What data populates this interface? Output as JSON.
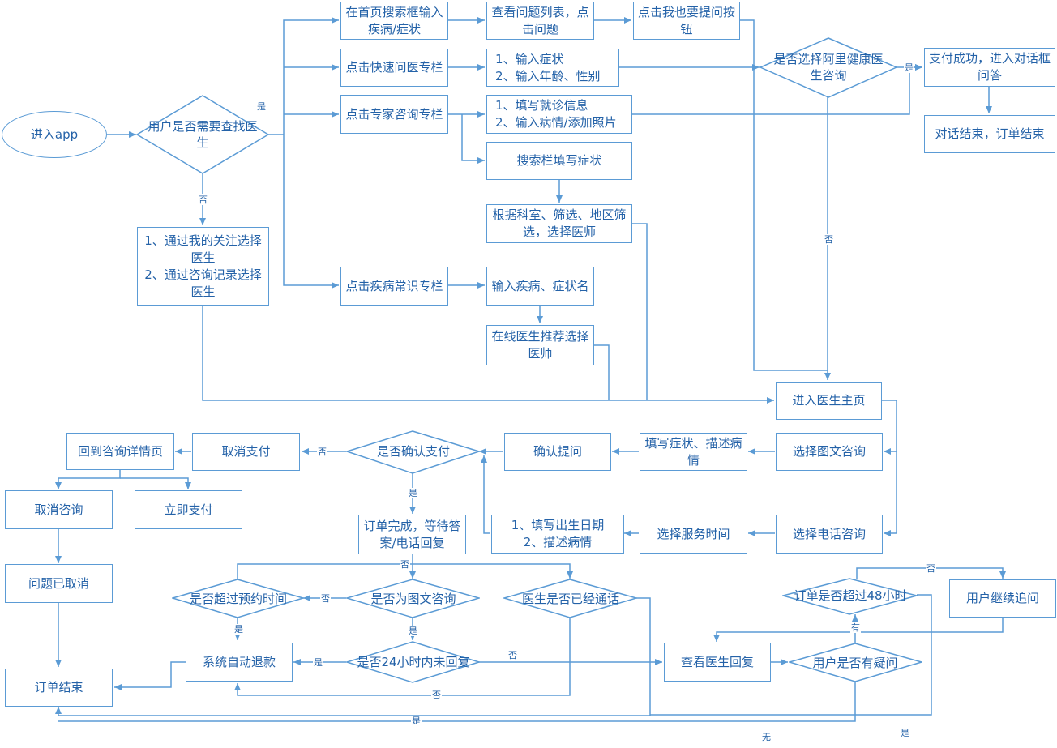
{
  "colors": {
    "stroke": "#5b9bd5",
    "text": "#2462a8",
    "fill": "#ffffff"
  },
  "nodes": {
    "enter_app": "进入app",
    "need_doctor": "用户是否需要查找医生",
    "via_follow": "1、通过我的关注选择医生\n2、通过咨询记录选择医生",
    "home_search": "在首页搜索框输入疾病/症状",
    "view_list": "查看问题列表，点击问题",
    "click_ask": "点击我也要提问按钮",
    "quick_ask": "点击快速问医专栏",
    "input_symptom": "1、输入症状\n2、输入年龄、性别",
    "choose_ali": "是否选择阿里健康医生咨询",
    "pay_success": "支付成功，进入对话框问答",
    "chat_end": "对话结束，订单结束",
    "expert": "点击专家咨询专栏",
    "fill_info": "1、填写就诊信息\n2、输入病情/添加照片",
    "search_bar": "搜索栏填写症状",
    "filter": "根据科室、筛选、地区筛选，选择医师",
    "disease_info": "点击疾病常识专栏",
    "input_disease": "输入疾病、症状名",
    "online_rec": "在线医生推荐选择医师",
    "doctor_home": "进入医生主页",
    "choose_text": "选择图文咨询",
    "describe": "填写症状、描述病情",
    "confirm_ask": "确认提问",
    "confirm_pay": "是否确认支付",
    "cancel_pay": "取消支付",
    "back_detail": "回到咨询详情页",
    "cancel_consult": "取消咨询",
    "pay_now": "立即支付",
    "cancelled": "问题已取消",
    "order_done": "订单完成，等待答案/电话回复",
    "fill_birth": "1、填写出生日期\n2、描述病情",
    "service_time": "选择服务时间",
    "choose_phone": "选择电话咨询",
    "over_time": "是否超过预约时间",
    "is_text": "是否为图文咨询",
    "doctor_called": "医生是否已经通话",
    "no_reply_24h": "是否24小时内未回复",
    "auto_refund": "系统自动退款",
    "order_end": "订单结束",
    "view_reply": "查看医生回复",
    "has_question": "用户是否有疑问",
    "over_48h": "订单是否超过48小时",
    "follow_up": "用户继续追问"
  },
  "edge_labels": {
    "yes": "是",
    "no": "否",
    "have": "有",
    "none": "无"
  }
}
